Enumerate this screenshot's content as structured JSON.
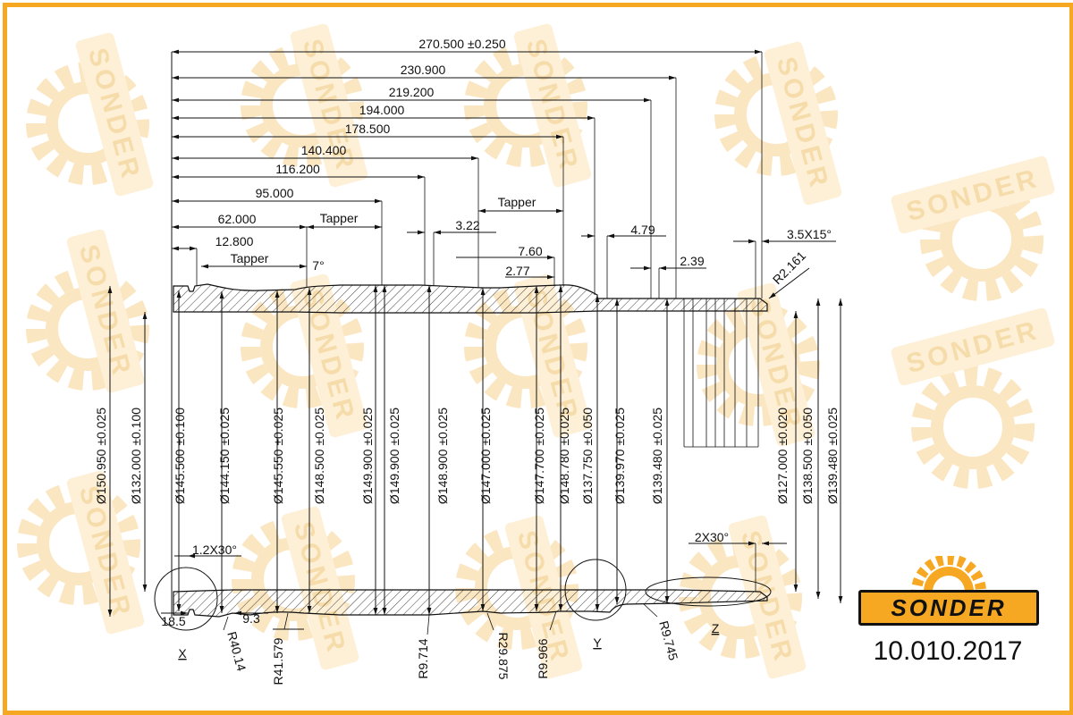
{
  "brand": {
    "name": "SONDER",
    "accent": "#f7a823",
    "ink": "#111111",
    "watermark": "#fbe3b6"
  },
  "part_number": "10.010.2017",
  "dimensions": {
    "length_total": "270.500 ±0.250",
    "length_230": "230.900",
    "length_219": "219.200",
    "length_194": "194.000",
    "length_178": "178.500",
    "length_140": "140.400",
    "length_116": "116.200",
    "length_95": "95.000",
    "length_62": "62.000",
    "length_12": "12.800",
    "len_322": "3.22",
    "len_760": "7.60",
    "len_277": "2.77",
    "len_479": "4.79",
    "len_239": "2.39",
    "chamfer_top": "3.5X15°",
    "radius_top": "R2.161",
    "angle_7": "7°",
    "chamfer_x": "1.2X30°",
    "chamfer_z": "2X30°",
    "len_185": "18.5",
    "len_93": "9.3"
  },
  "labels": {
    "tapper": "Tapper"
  },
  "diameters": [
    "Ø150.950 ±0.025",
    "Ø132.000 ±0.100",
    "Ø145.500 ±0.100",
    "Ø144.150 ±0.025",
    "Ø145.550 ±0.025",
    "Ø148.500 ±0.025",
    "Ø149.900 ±0.025",
    "Ø149.900 ±0.025",
    "Ø148.900 ±0.025",
    "Ø147.000 ±0.025",
    "Ø147.700 ±0.025",
    "Ø148.780 ±0.025",
    "Ø137.750 ±0.050",
    "Ø139.970 ±0.025",
    "Ø139.480 ±0.025",
    "Ø127.000 ±0.020",
    "Ø138.500 ±0.050",
    "Ø139.480 ±0.025"
  ],
  "radii": [
    "R40.14",
    "R41.579",
    "R9.714",
    "R29.875",
    "R9.966",
    "R9.745"
  ],
  "details": {
    "x": "X",
    "y": "Y",
    "z": "Z"
  }
}
